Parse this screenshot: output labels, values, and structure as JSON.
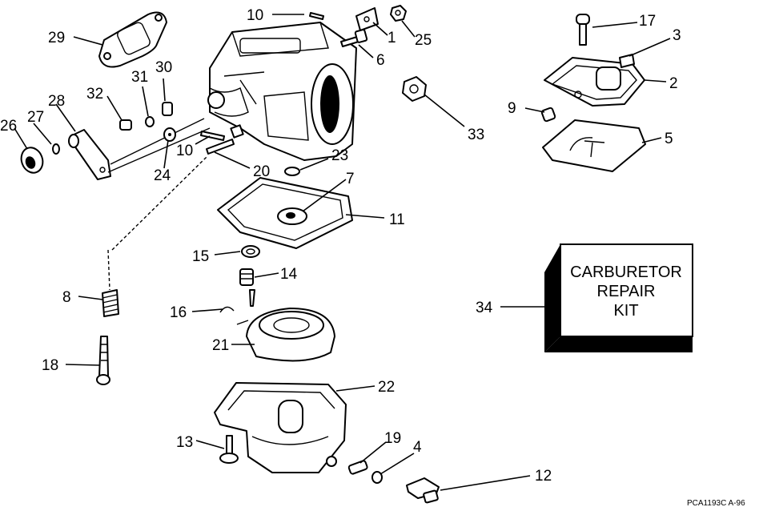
{
  "callouts": {
    "c1": "1",
    "c2": "2",
    "c3": "3",
    "c4": "4",
    "c5": "5",
    "c6": "6",
    "c7": "7",
    "c8": "8",
    "c9": "9",
    "c10a": "10",
    "c10b": "10",
    "c11": "11",
    "c12": "12",
    "c13": "13",
    "c14": "14",
    "c15": "15",
    "c16": "16",
    "c17": "17",
    "c18": "18",
    "c19": "19",
    "c20": "20",
    "c21": "21",
    "c22": "22",
    "c23": "23",
    "c24": "24",
    "c25": "25",
    "c26": "26",
    "c27": "27",
    "c28": "28",
    "c29": "29",
    "c30": "30",
    "c31": "31",
    "c32": "32",
    "c33": "33",
    "c34": "34"
  },
  "kit_box": {
    "line1": "CARBURETOR",
    "line2": "REPAIR",
    "line3": "KIT"
  },
  "figure_code": "PCA1193C  A-96"
}
